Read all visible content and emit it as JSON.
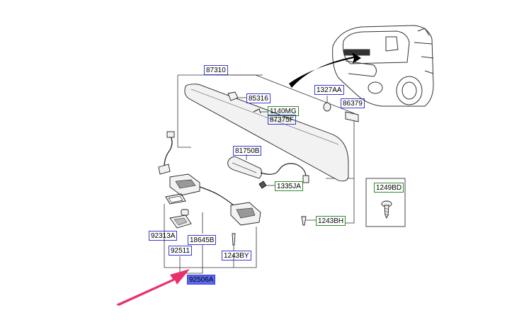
{
  "parts": {
    "p87310": "87310",
    "p85316": "85316",
    "p1140MG": "1140MG",
    "p87375F": "87375F",
    "p1327AA": "1327AA",
    "p86379": "86379",
    "p81750B": "81750B",
    "p1335JA": "1335JA",
    "p1249BD": "1249BD",
    "p1243BH": "1243BH",
    "p92313A": "92313A",
    "p18645B": "18645B",
    "p92511": "92511",
    "p1243BY": "1243BY",
    "p92506A": "92506A"
  },
  "colors": {
    "blue_frame": "#3a3ad0",
    "green_frame": "#2e8b2e",
    "highlight": "#5a6bf0",
    "arrow": "#e8306a"
  }
}
